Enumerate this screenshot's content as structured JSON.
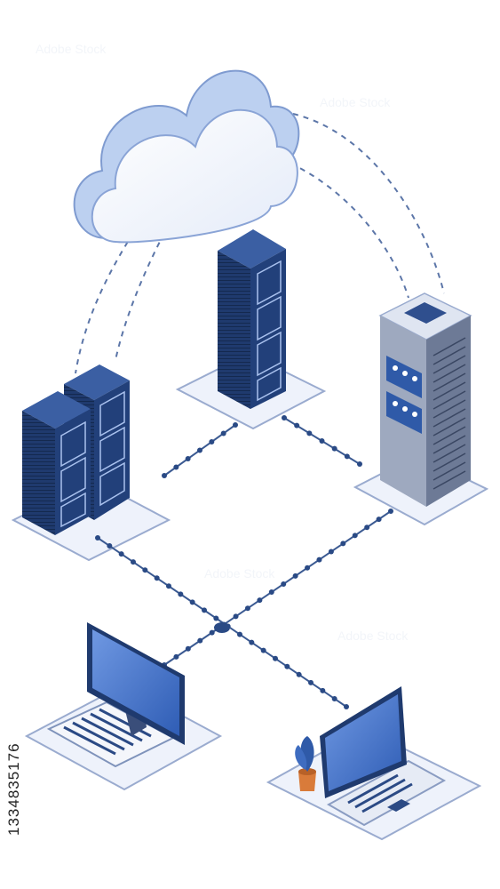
{
  "diagram": {
    "nodes": [
      {
        "id": "cloud",
        "icon": "cloud-icon"
      },
      {
        "id": "server-rack-pair",
        "icon": "server-rack-pair-icon"
      },
      {
        "id": "server-tower-center",
        "icon": "server-tower-icon"
      },
      {
        "id": "server-tower-right",
        "icon": "server-tower-gray-icon"
      },
      {
        "id": "desktop-computer",
        "icon": "desktop-computer-icon"
      },
      {
        "id": "laptop",
        "icon": "laptop-icon"
      },
      {
        "id": "network-hub",
        "icon": "network-hub-icon"
      }
    ],
    "links": [
      {
        "from": "cloud",
        "to": "server-rack-pair",
        "style": "dashed"
      },
      {
        "from": "cloud",
        "to": "server-tower-right",
        "style": "dashed"
      },
      {
        "from": "server-rack-pair",
        "to": "server-tower-center",
        "style": "beaded"
      },
      {
        "from": "server-tower-center",
        "to": "server-tower-right",
        "style": "beaded"
      },
      {
        "from": "server-rack-pair",
        "to": "laptop",
        "style": "beaded"
      },
      {
        "from": "server-tower-right",
        "to": "desktop-computer",
        "style": "beaded"
      }
    ],
    "colors": {
      "navy": "#1f3a6e",
      "blue": "#4f78c4",
      "light_blue": "#bcd0f0",
      "gray": "#8a96ad",
      "platform": "#eef2fb",
      "outline": "#9aabcf"
    }
  },
  "watermark": {
    "id_text": "1334835176",
    "logo_text": "Adobe Stock"
  }
}
